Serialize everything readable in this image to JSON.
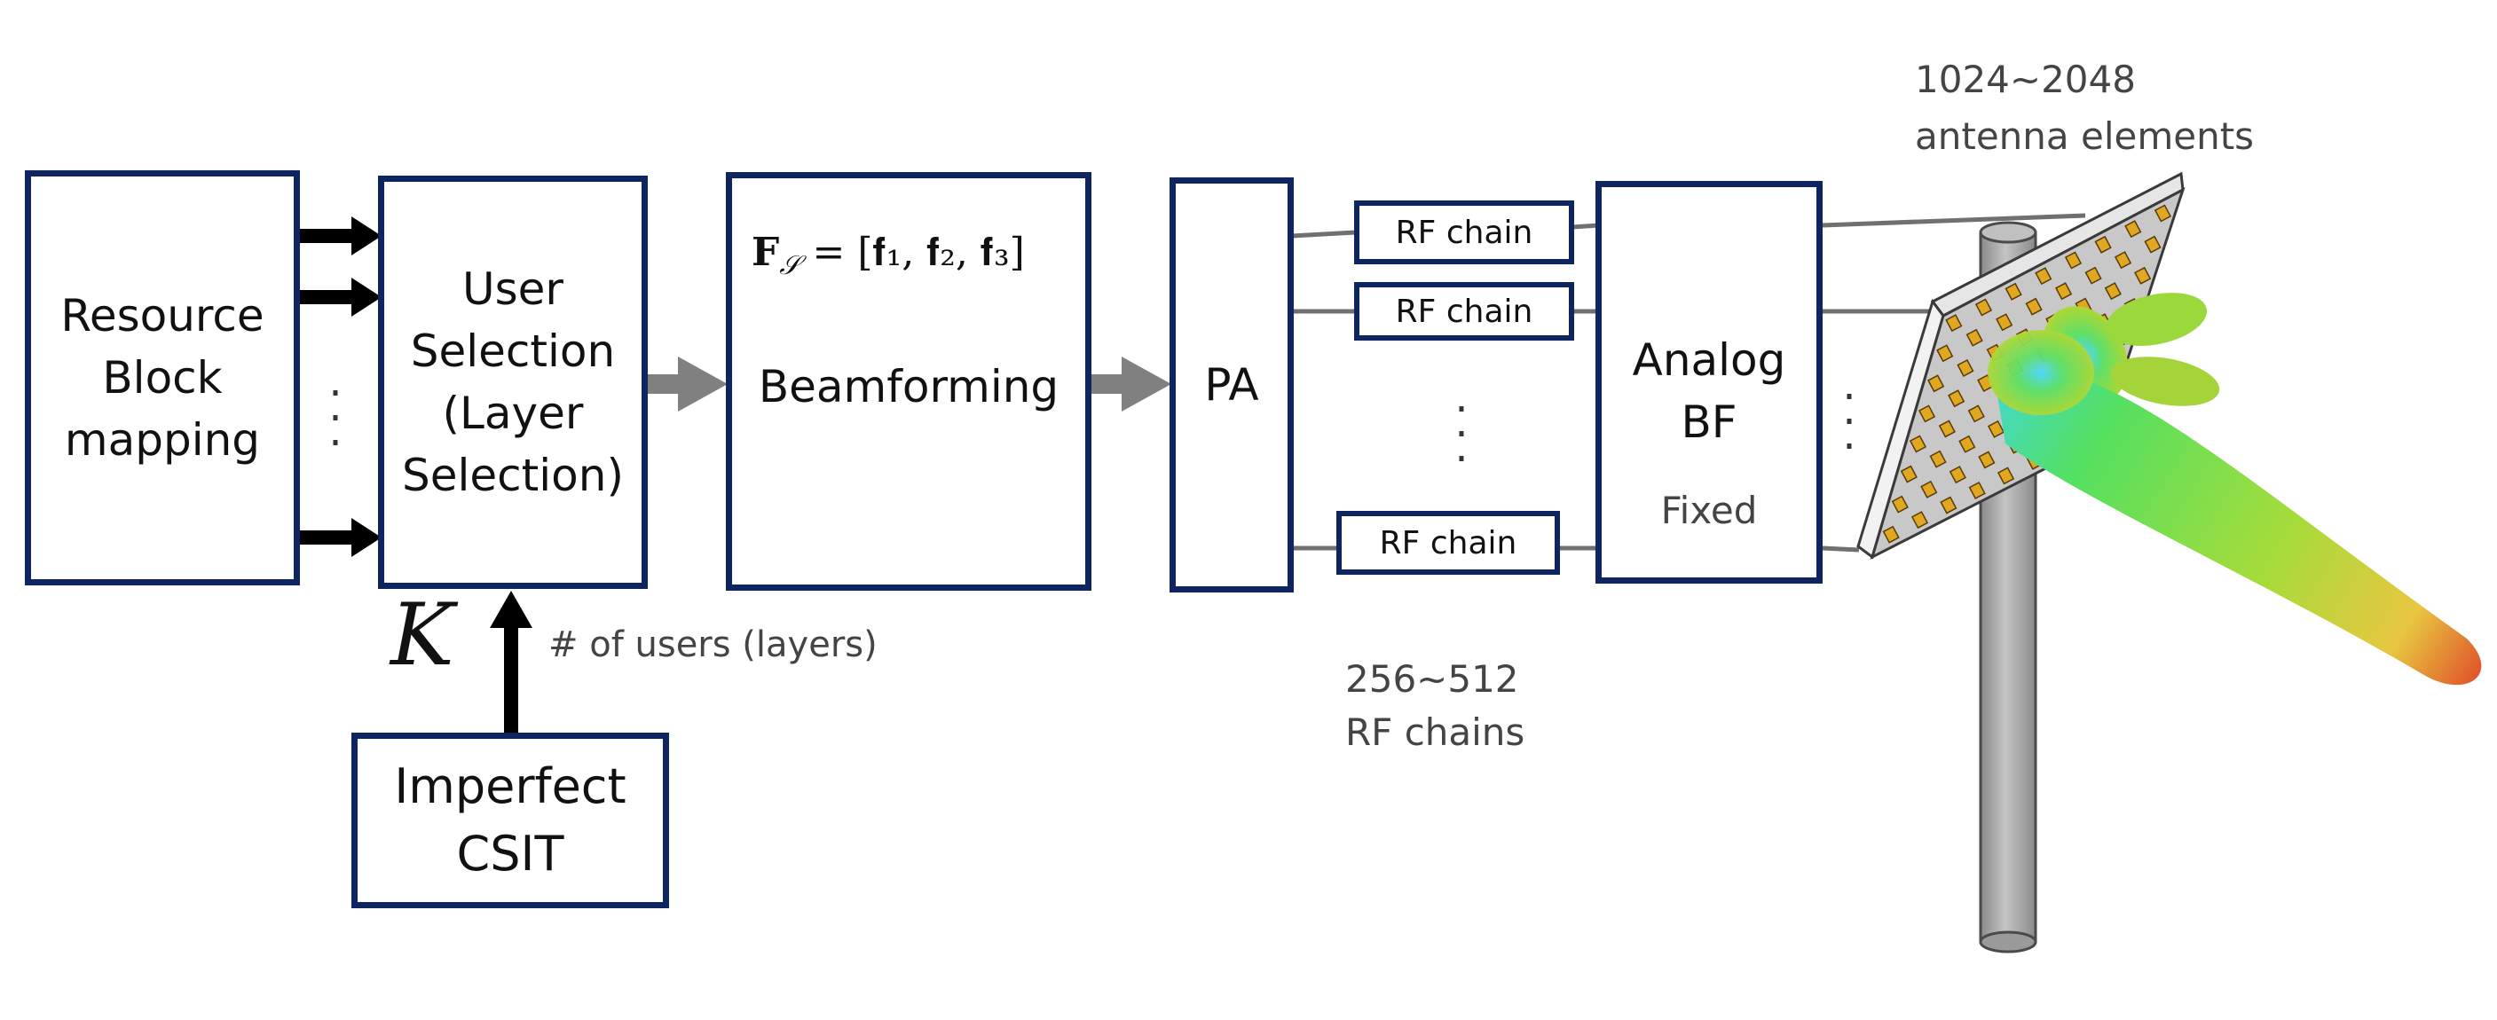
{
  "blocks": {
    "resource": "Resource\nBlock\nmapping",
    "user_selection": "User\nSelection\n(Layer\nSelection)",
    "beamforming": "Beamforming",
    "precoder_label": "𝐅",
    "precoder_subscript": "𝒮",
    "precoder_eq": " = [𝐟₁, 𝐟₂, 𝐟₃]",
    "pa": "PA",
    "analog": "Analog\nBF",
    "analog_sub": "Fixed",
    "csit": "Imperfect\nCSIT"
  },
  "rf_chains": [
    "RF chain",
    "RF chain",
    "RF chain"
  ],
  "labels": {
    "K": "K",
    "users": "# of users (layers)",
    "rf_count": "256~512",
    "rf_count_unit": "RF chains",
    "antenna_count": "1024~2048",
    "antenna_unit": "antenna elements"
  },
  "colors": {
    "box_border": "#0f2560",
    "gray_arrow": "#808080",
    "black_arrow": "#000000",
    "pole": "#a8a8a8",
    "panel": "#c8c8c8",
    "element": "#e0a820"
  }
}
